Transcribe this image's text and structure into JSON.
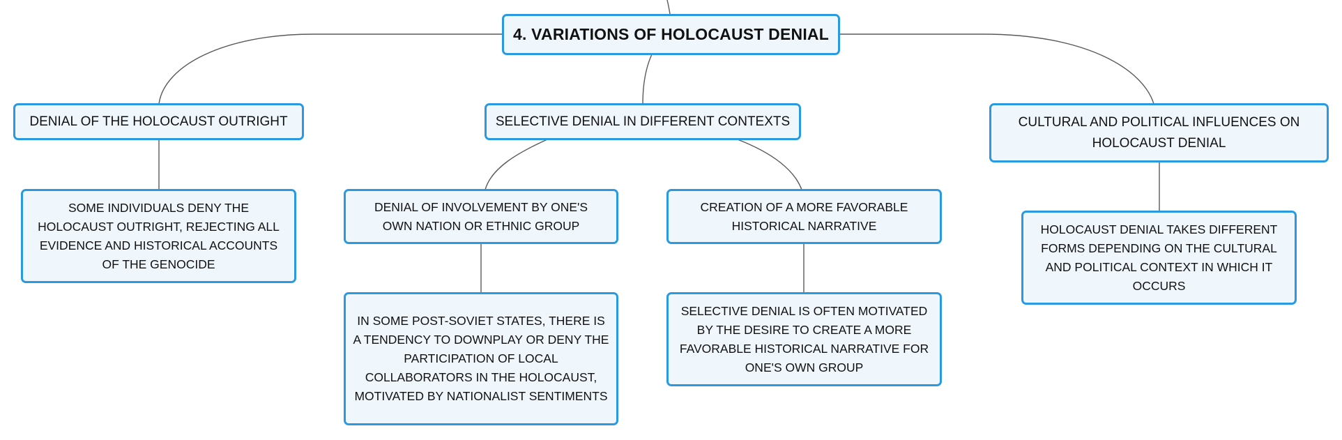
{
  "diagram": {
    "root": {
      "label": "4. VARIATIONS OF HOLOCAUST DENIAL"
    },
    "branches": {
      "outright": {
        "label": "DENIAL OF THE HOLOCAUST OUTRIGHT",
        "detail": "SOME INDIVIDUALS DENY THE HOLOCAUST OUTRIGHT, REJECTING ALL EVIDENCE AND HISTORICAL ACCOUNTS OF THE GENOCIDE"
      },
      "selective": {
        "label": "SELECTIVE DENIAL IN DIFFERENT CONTEXTS",
        "involvement": {
          "label": "DENIAL OF INVOLVEMENT BY ONE'S OWN NATION OR ETHNIC GROUP",
          "detail": "IN SOME POST-SOVIET STATES, THERE IS A TENDENCY TO DOWNPLAY OR DENY THE PARTICIPATION OF LOCAL COLLABORATORS IN THE HOLOCAUST, MOTIVATED BY NATIONALIST SENTIMENTS"
        },
        "narrative": {
          "label": "CREATION OF A MORE FAVORABLE HISTORICAL NARRATIVE",
          "detail": "SELECTIVE DENIAL IS OFTEN MOTIVATED BY THE DESIRE TO CREATE A MORE FAVORABLE HISTORICAL NARRATIVE FOR ONE'S OWN GROUP"
        }
      },
      "cultural": {
        "label": "CULTURAL AND POLITICAL INFLUENCES ON HOLOCAUST DENIAL",
        "detail": "HOLOCAUST DENIAL TAKES DIFFERENT FORMS DEPENDING ON THE CULTURAL AND POLITICAL CONTEXT IN WHICH IT OCCURS"
      }
    }
  },
  "colors": {
    "node_border": "#2a9ae0",
    "node_fill": "#eff7fd",
    "connector": "#595959",
    "text": "#111111"
  }
}
